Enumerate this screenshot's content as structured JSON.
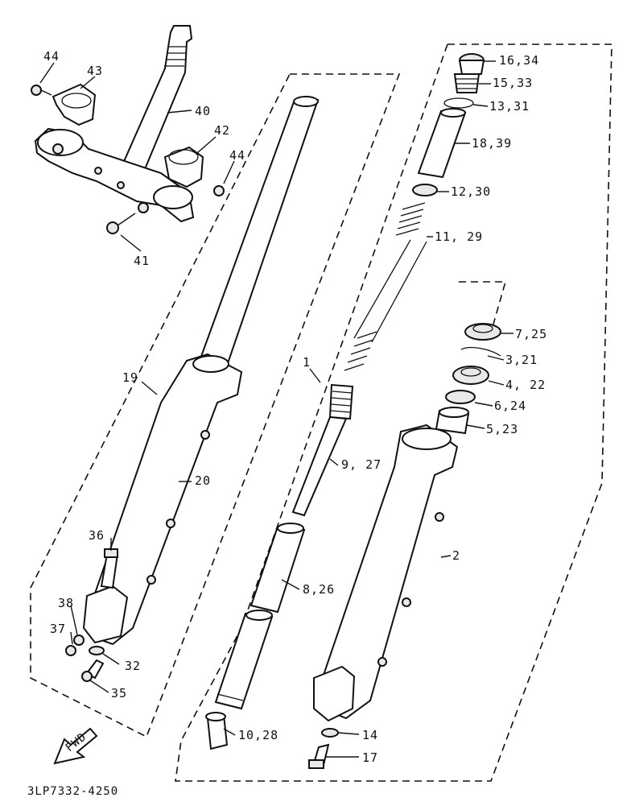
{
  "diagram": {
    "title": "Front fork exploded parts diagram",
    "drawing_code": "3LP7332-4250",
    "fwd_label": "FWD",
    "callouts": {
      "c44a": "44",
      "c43": "43",
      "c40": "40",
      "c42": "42",
      "c44b": "44",
      "c41": "41",
      "c19": "19",
      "c20": "20",
      "c36": "36",
      "c38": "38",
      "c37": "37",
      "c32": "32",
      "c35": "35",
      "c1": "1",
      "c9_27": "9, 27",
      "c8_26": "8,26",
      "c10_28": "10,28",
      "c16_34": "16,34",
      "c15_33": "15,33",
      "c13_31": "13,31",
      "c18_39": "18,39",
      "c12_30": "12,30",
      "c11_29": "11, 29",
      "c7_25": "7,25",
      "c3_21": "3,21",
      "c4_22": "4, 22",
      "c6_24": "6,24",
      "c5_23": "5,23",
      "c2": "2",
      "c14": "14",
      "c17": "17"
    }
  }
}
